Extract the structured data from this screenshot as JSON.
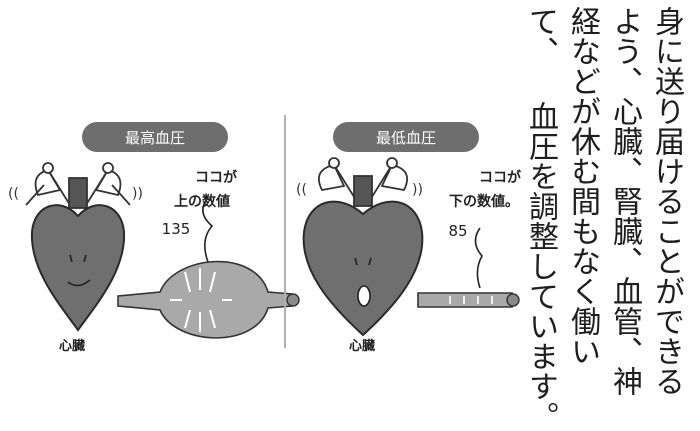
{
  "left_panel": {
    "title": "最高血圧",
    "annotation_line1": "ココが",
    "annotation_line2": "上の数値",
    "value": "135",
    "heart_label": "心臓"
  },
  "right_panel": {
    "title": "最低血圧",
    "annotation_line1": "ココが",
    "annotation_line2": "下の数値。",
    "value": "85",
    "heart_label": "心臓"
  },
  "body_text": {
    "col1": "身に送り届けることができる",
    "col2": "よう、心臓、腎臓、血管、神",
    "col3": "経などが休む間もなく働い",
    "col4": "て、 血圧を調整しています。"
  }
}
